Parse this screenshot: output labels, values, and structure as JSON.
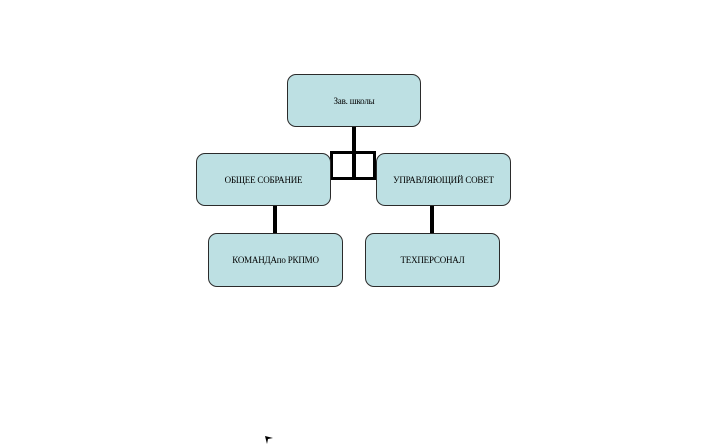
{
  "diagram": {
    "nodes": {
      "head": "Зав. школы",
      "general_meeting": "ОБЩЕЕ СОБРАНИЕ",
      "governing_council": "УПРАВЛЯЮЩИЙ СОВЕТ",
      "team": "КОМАНДАпо РКПМО",
      "tech_staff": "ТЕХПЕРСОНАЛ"
    },
    "colors": {
      "node_fill": "#bde0e3",
      "node_border": "#2b2b2b",
      "connector": "#000000"
    }
  }
}
